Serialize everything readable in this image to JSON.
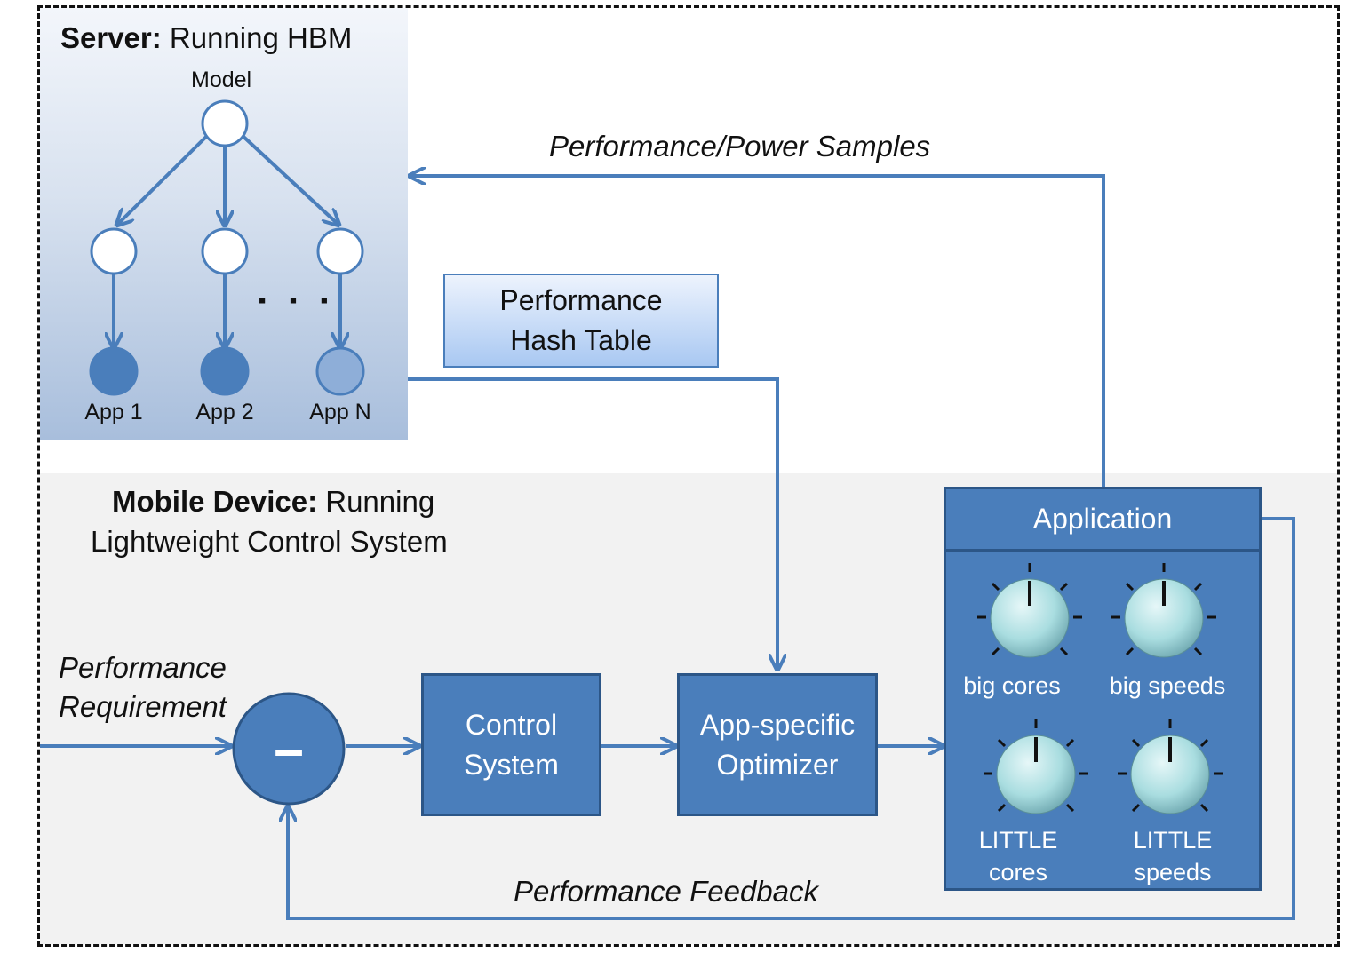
{
  "server": {
    "title_bold": "Server:",
    "title_rest": " Running HBM",
    "model_label": "Model",
    "ellipsis": "· · ·",
    "apps": [
      "App 1",
      "App 2",
      "App N"
    ]
  },
  "hash_table": {
    "line1": "Performance",
    "line2": "Hash Table"
  },
  "mobile": {
    "title_bold": "Mobile Device:",
    "title_rest": " Running",
    "title_line2": "Lightweight Control System"
  },
  "flows": {
    "samples": "Performance/Power Samples",
    "requirement_line1": "Performance",
    "requirement_line2": "Requirement",
    "feedback": "Performance Feedback"
  },
  "comparator": {
    "symbol": "–"
  },
  "control_system": {
    "line1": "Control",
    "line2": "System"
  },
  "optimizer": {
    "line1": "App-specific",
    "line2": "Optimizer"
  },
  "application": {
    "title": "Application",
    "knobs": [
      {
        "line1": "big cores",
        "line2": ""
      },
      {
        "line1": "big speeds",
        "line2": ""
      },
      {
        "line1": "LITTLE",
        "line2": "cores"
      },
      {
        "line1": "LITTLE",
        "line2": "speeds"
      }
    ]
  },
  "colors": {
    "accent": "#4a7ebb",
    "dark_border": "#2c5687",
    "node_fill": "#4a7ebb",
    "node_light": "#8eaed8",
    "knob": "#a9dde0"
  }
}
